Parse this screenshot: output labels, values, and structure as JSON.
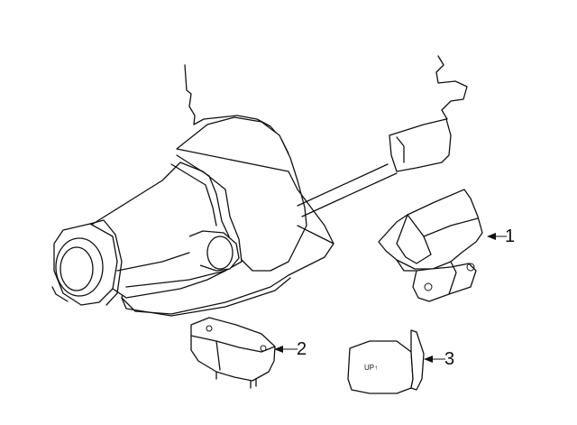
{
  "diagram": {
    "callouts": [
      {
        "id": "1",
        "label": "1"
      },
      {
        "id": "2",
        "label": "2"
      },
      {
        "id": "3",
        "label": "3"
      }
    ],
    "shield_text": "UP↑"
  },
  "colors": {
    "line": "#111111",
    "background": "#ffffff"
  }
}
